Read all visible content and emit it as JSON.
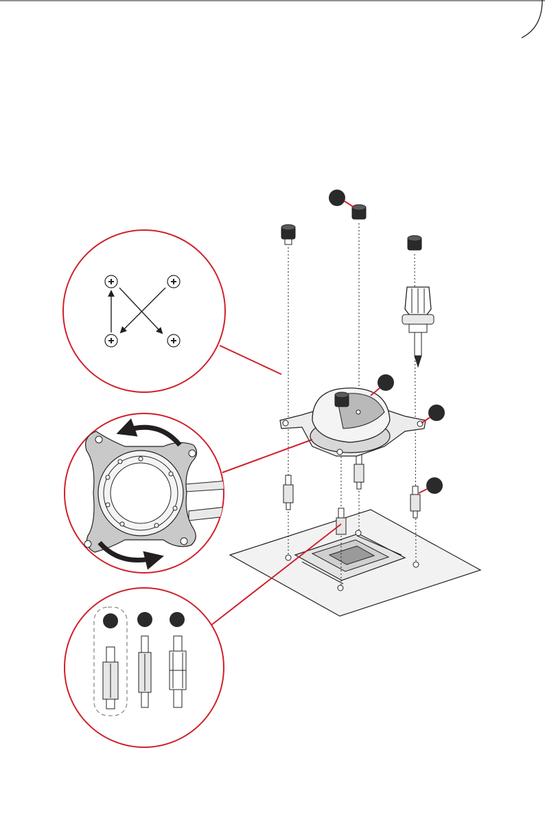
{
  "diagram": {
    "badges": [
      "",
      "",
      "",
      "",
      "",
      "",
      "",
      ""
    ],
    "colors": {
      "accent": "#d0202a",
      "line": "#231f20",
      "fill_light": "#ececec",
      "fill_mid": "#cfcfcf",
      "fill_dark": "#8c8c8c",
      "screw_dark": "#2a2a2a"
    },
    "icons": {
      "cross_screw": "plus-in-circle",
      "rotate_arrow": "curved-arrow",
      "screwdriver": "phillips-screwdriver",
      "standoff": "hex-standoff"
    }
  }
}
